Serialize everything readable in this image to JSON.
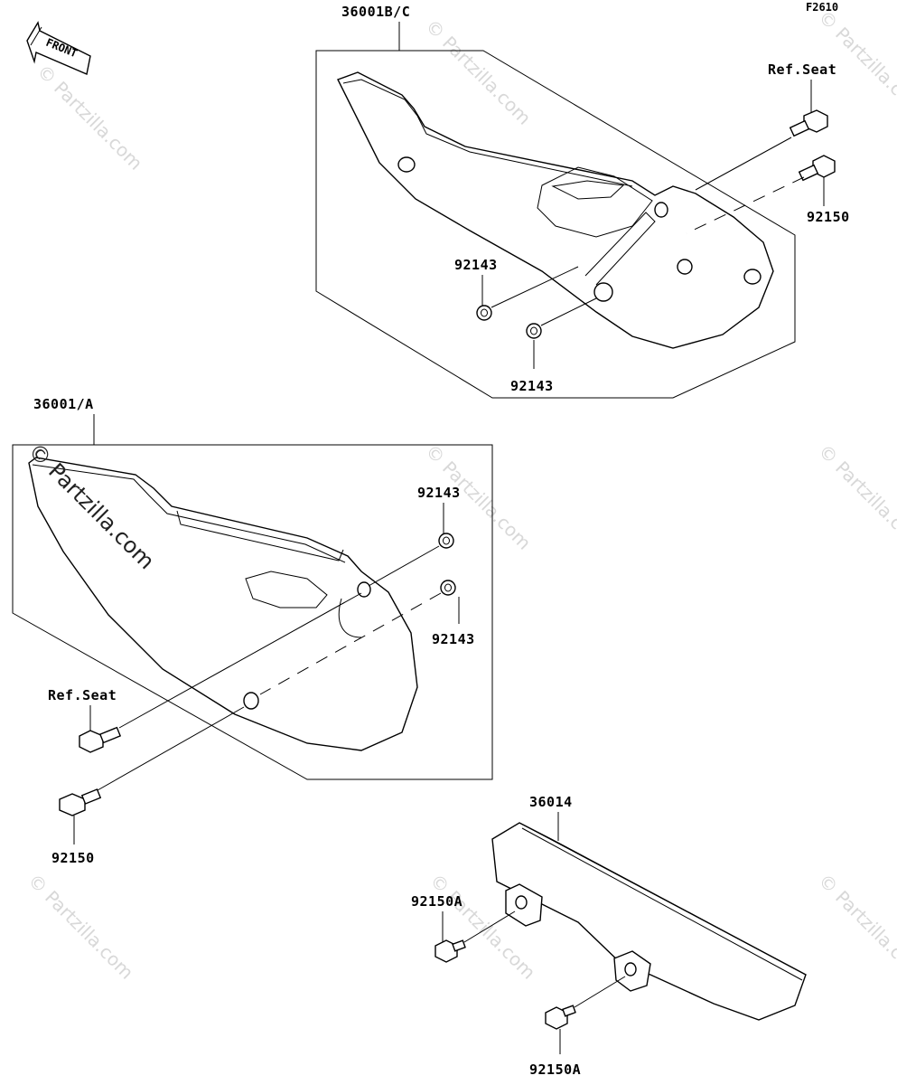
{
  "figure": {
    "code": "F2610",
    "front_label": "FRONT"
  },
  "labels": {
    "cover_bc": "36001B/C",
    "cover_a": "36001/A",
    "chain_guard": "36014",
    "ref_seat_top": "Ref.Seat",
    "bolt_top": "92150",
    "washer_top_1": "92143",
    "washer_top_2": "92143",
    "washer_left_1": "92143",
    "washer_left_2": "92143",
    "ref_seat_left": "Ref.Seat",
    "bolt_left": "92150",
    "bolt_guard_1": "92150A",
    "bolt_guard_2": "92150A"
  },
  "watermarks": {
    "main": "© Partzilla.com",
    "faint": "© Partzilla.com"
  }
}
